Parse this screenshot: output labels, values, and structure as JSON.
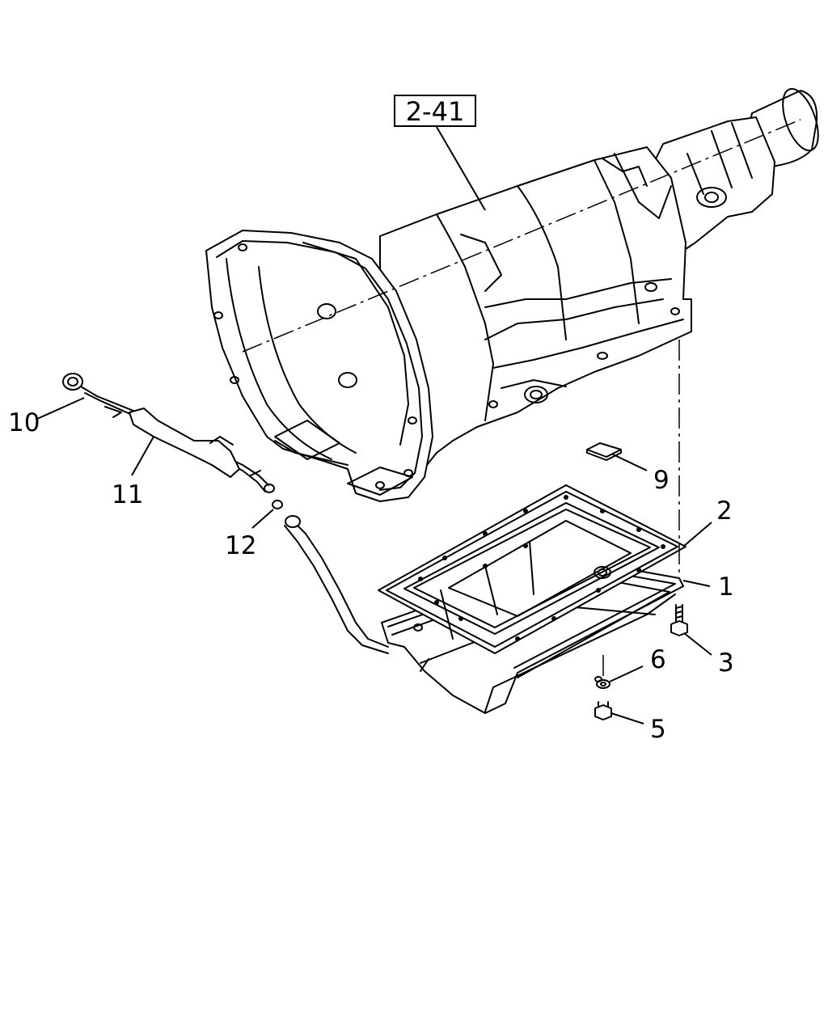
{
  "reference_box": {
    "label": "2-41"
  },
  "callouts": [
    {
      "id": "1",
      "label": "1"
    },
    {
      "id": "2",
      "label": "2"
    },
    {
      "id": "3",
      "label": "3"
    },
    {
      "id": "5",
      "label": "5"
    },
    {
      "id": "6",
      "label": "6"
    },
    {
      "id": "9",
      "label": "9"
    },
    {
      "id": "10",
      "label": "10"
    },
    {
      "id": "11",
      "label": "11"
    },
    {
      "id": "12",
      "label": "12"
    }
  ]
}
